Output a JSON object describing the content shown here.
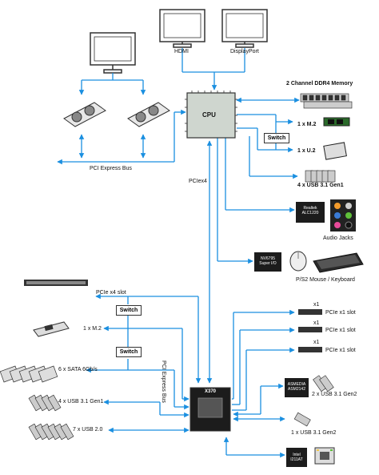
{
  "colors": {
    "wire": "#1a8fe0",
    "chip": "#1c1c1c",
    "cpu": "#cfd6cf",
    "outline": "#333333"
  },
  "monitors": {
    "hdmi": "HDMI",
    "displayport": "DisplayPort"
  },
  "cpu": {
    "label": "CPU"
  },
  "x370": {
    "label": "X370"
  },
  "buses": {
    "pci_express_top": "PCI Express Bus",
    "pciex4": "PCIex4",
    "pci_express_side": "PCI Express Bus"
  },
  "cpu_peripherals": {
    "ddr4": "2 Channel DDR4 Memory",
    "m2": "1 x M.2",
    "switch": "Switch",
    "u2": "1 x U.2",
    "usb31_gen1": "4 x USB 3.1 Gen1",
    "realtek_line1": "Realtek",
    "realtek_line2": "ALC1220",
    "audio_jacks": "Audio Jacks",
    "nv_line1": "NV6795",
    "nv_line2": "Super I/O",
    "ps2": "P/S2 Mouse / Keyboard"
  },
  "chipset_left": {
    "pcie_x4_slot": "PCIe x4 slot",
    "switch1": "Switch",
    "m2": "1 x M.2",
    "switch2": "Switch",
    "sata": "6 x SATA 6Gb/s",
    "usb31_gen1": "4 x USB 3.1 Gen1",
    "usb20": "7 x USB 2.0"
  },
  "chipset_right": {
    "x1_a": "x1",
    "slot_a": "PCIe x1 slot",
    "x1_b": "x1",
    "slot_b": "PCIe x1 slot",
    "x1_c": "x1",
    "slot_c": "PCIe x1 slot",
    "asmedia_line1": "ASMEDIA",
    "asmedia_line2": "ASM2142",
    "usb31_gen2_2x": "2 x USB 3.1 Gen2",
    "usb31_gen2_1x": "1 x USB 3.1 Gen2",
    "intel_line1": "Intel",
    "intel_line2": "I211AT"
  }
}
